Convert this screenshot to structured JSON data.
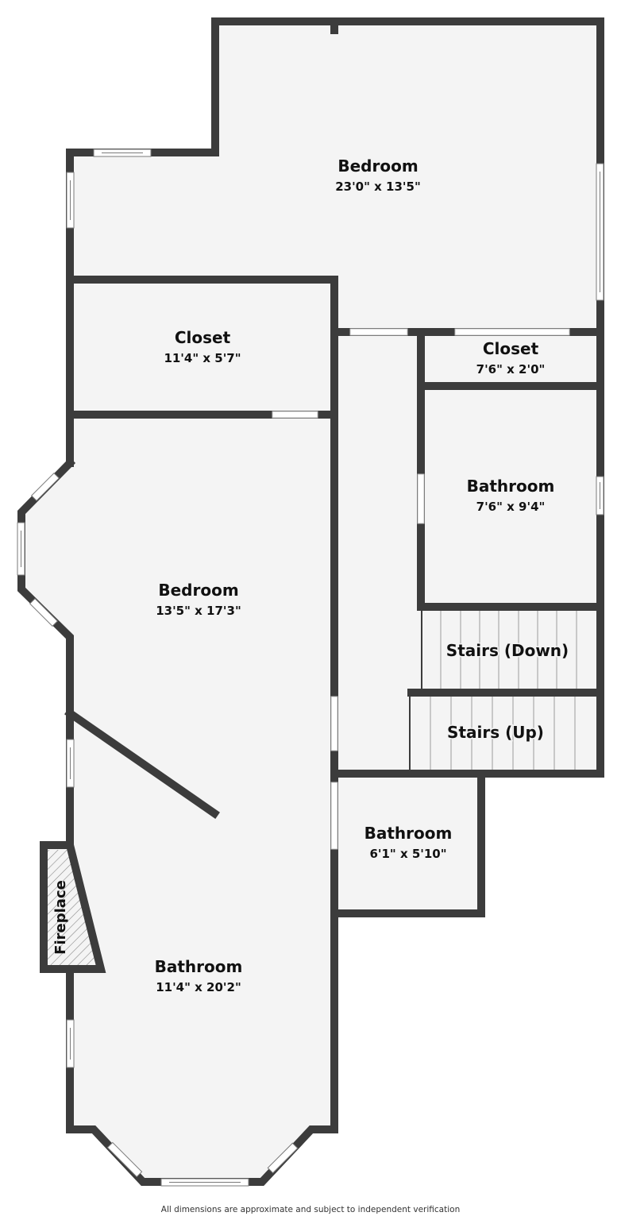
{
  "colors": {
    "wall": "#3c3c3c",
    "floor": "#f4f4f4",
    "background": "#ffffff",
    "window": "#ffffff",
    "text": "#111111"
  },
  "rooms": [
    {
      "name": "Bedroom",
      "dimensions": "23'0\" x 13'5\""
    },
    {
      "name": "Closet",
      "dimensions": "11'4\" x 5'7\""
    },
    {
      "name": "Closet",
      "dimensions": "7'6\" x 2'0\""
    },
    {
      "name": "Bathroom",
      "dimensions": "7'6\" x 9'4\""
    },
    {
      "name": "Bedroom",
      "dimensions": "13'5\" x 17'3\""
    },
    {
      "name": "Stairs (Down)",
      "dimensions": ""
    },
    {
      "name": "Stairs (Up)",
      "dimensions": ""
    },
    {
      "name": "Bathroom",
      "dimensions": "6'1\" x 5'10\""
    },
    {
      "name": "Bathroom",
      "dimensions": "11'4\" x 20'2\""
    }
  ],
  "fixtures": {
    "fireplace": "Fireplace"
  },
  "footer": {
    "disclaimer": "All dimensions are approximate and subject to independent verification"
  }
}
